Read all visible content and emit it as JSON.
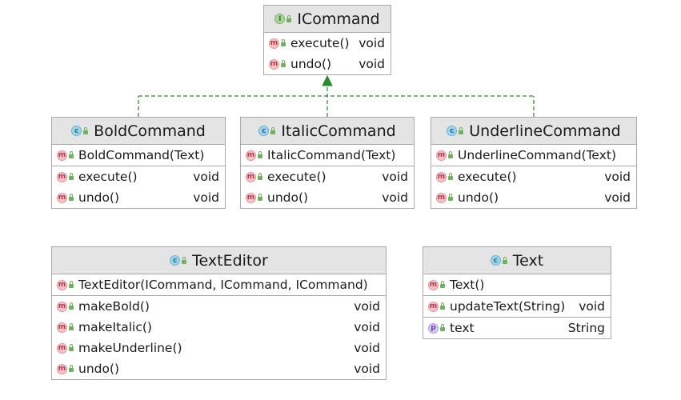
{
  "colors": {
    "realization_line": "#2b8a2b",
    "header_bg": "#e4e4e4",
    "border": "#a9a9a9"
  },
  "icons": {
    "interface": "interface-icon",
    "class": "class-icon",
    "method": "method-icon",
    "property": "property-icon",
    "visibility": "public-lock-icon"
  },
  "icommand": {
    "name": "ICommand",
    "methods": [
      {
        "name": "execute()",
        "type": "void"
      },
      {
        "name": "undo()",
        "type": "void"
      }
    ]
  },
  "bold": {
    "name": "BoldCommand",
    "constructor": "BoldCommand(Text)",
    "methods": [
      {
        "name": "execute()",
        "type": "void"
      },
      {
        "name": "undo()",
        "type": "void"
      }
    ]
  },
  "italic": {
    "name": "ItalicCommand",
    "constructor": "ItalicCommand(Text)",
    "methods": [
      {
        "name": "execute()",
        "type": "void"
      },
      {
        "name": "undo()",
        "type": "void"
      }
    ]
  },
  "underline": {
    "name": "UnderlineCommand",
    "constructor": "UnderlineCommand(Text)",
    "methods": [
      {
        "name": "execute()",
        "type": "void"
      },
      {
        "name": "undo()",
        "type": "void"
      }
    ]
  },
  "editor": {
    "name": "TextEditor",
    "constructor": "TextEditor(ICommand, ICommand, ICommand)",
    "methods": [
      {
        "name": "makeBold()",
        "type": "void"
      },
      {
        "name": "makeItalic()",
        "type": "void"
      },
      {
        "name": "makeUnderline()",
        "type": "void"
      },
      {
        "name": "undo()",
        "type": "void"
      }
    ]
  },
  "text": {
    "name": "Text",
    "constructor": "Text()",
    "methods": [
      {
        "name": "updateText(String)",
        "type": "void"
      }
    ],
    "properties": [
      {
        "name": "text",
        "type": "String"
      }
    ]
  }
}
